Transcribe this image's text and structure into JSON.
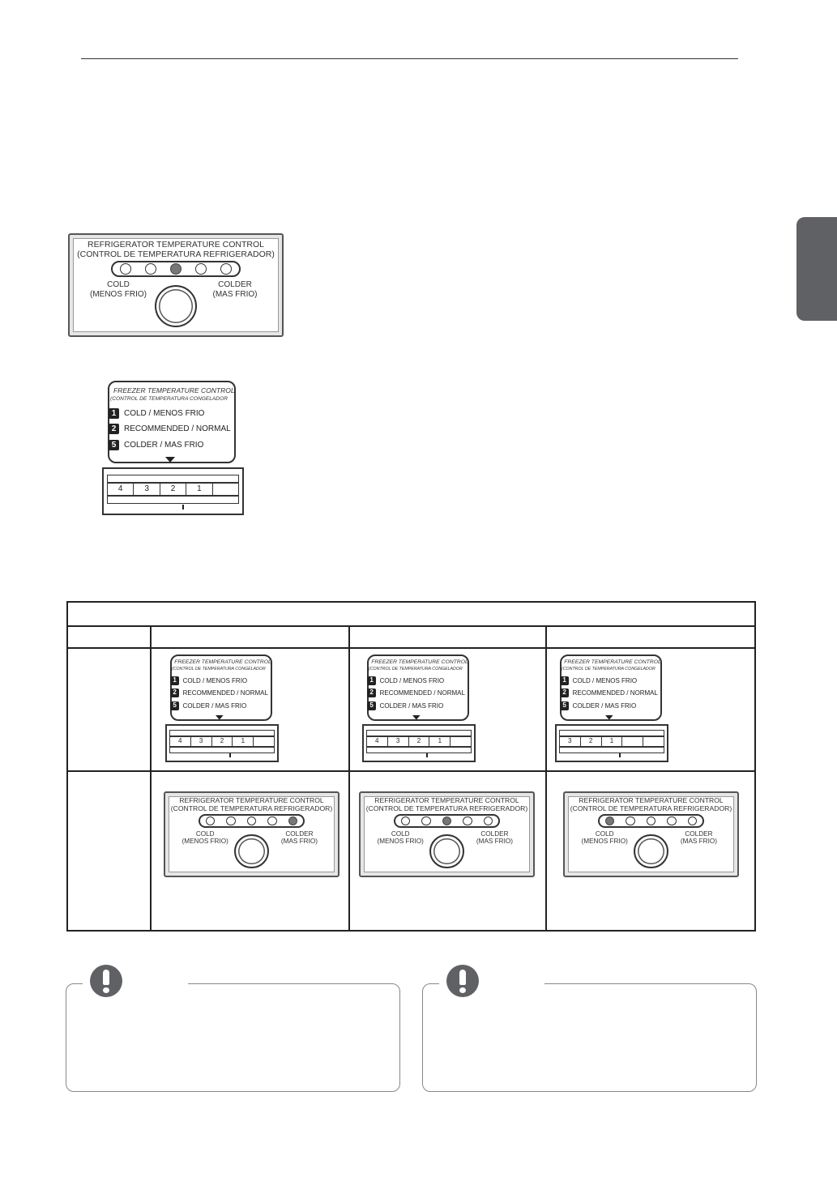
{
  "page": {
    "side_tab_color": "#5f6165"
  },
  "refrigerator_control": {
    "title_en": "REFRIGERATOR TEMPERATURE CONTROL",
    "title_es": "(CONTROL DE TEMPERATURA REFRIGERADOR)",
    "cold_label": "COLD",
    "cold_label_es": "(MENOS FRIO)",
    "colder_label": "COLDER",
    "colder_label_es": "(MAS FRIO)",
    "led_count": 5,
    "active_led": 3
  },
  "freezer_control": {
    "title_en": "FREEZER TEMPERATURE CONTROL",
    "title_es": "(CONTROL DE TEMPERATURA CONGELADOR",
    "options": [
      {
        "badge": "1",
        "label": "COLD / MENOS FRIO"
      },
      {
        "badge": "2",
        "label": "RECOMMENDED / NORMAL"
      },
      {
        "badge": "5",
        "label": "COLDER / MAS FRIO"
      }
    ],
    "dial_numbers": [
      "4",
      "3",
      "2",
      "1",
      ""
    ]
  },
  "settings_table": {
    "columns": [
      {
        "dial_numbers": [
          "4",
          "3",
          "2",
          "1",
          ""
        ],
        "active_led": 5
      },
      {
        "dial_numbers": [
          "4",
          "3",
          "2",
          "1",
          ""
        ],
        "active_led": 3
      },
      {
        "dial_numbers": [
          "3",
          "2",
          "1",
          "",
          ""
        ],
        "active_led": 1
      }
    ]
  }
}
